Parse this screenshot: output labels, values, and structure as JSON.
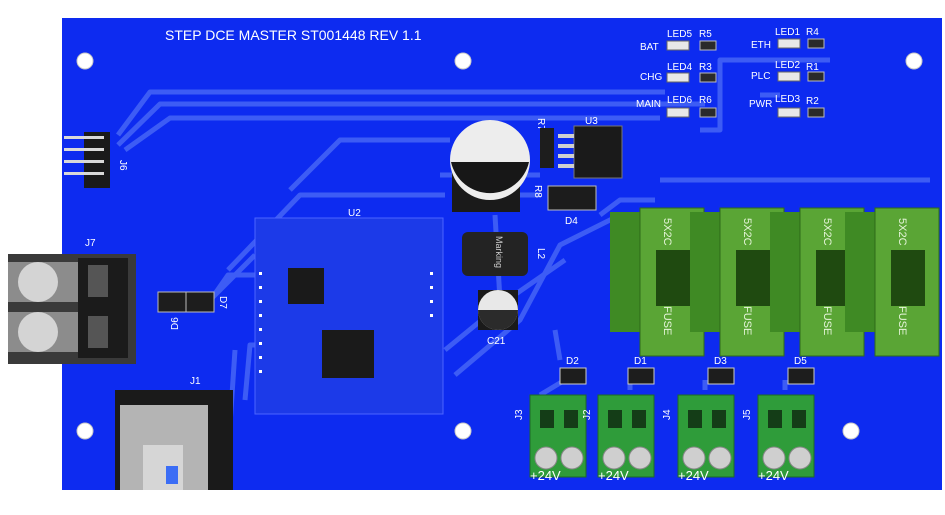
{
  "board": {
    "title": "STEP DCE MASTER ST001448 REV 1.1",
    "colors": {
      "pcb": "#0d2bf0",
      "trace": "#3d5cf5",
      "green_fuse": "#5aa535",
      "terminal_green": "#2f9c3a"
    }
  },
  "leds": [
    {
      "led": "LED5",
      "res": "R5",
      "label": "BAT"
    },
    {
      "led": "LED4",
      "res": "R3",
      "label": "CHG"
    },
    {
      "led": "LED6",
      "res": "R6",
      "label": "MAIN"
    },
    {
      "led": "LED1",
      "res": "R4",
      "label": "ETH"
    },
    {
      "led": "LED2",
      "res": "R1",
      "label": "PLC"
    },
    {
      "led": "LED3",
      "res": "R2",
      "label": "PWR"
    }
  ],
  "components": {
    "u2": "U2",
    "u3": "U3",
    "r7": "R7",
    "r8": "R8",
    "d4": "D4",
    "l2": "L2",
    "l2_marking": "Marking",
    "c21": "C21",
    "j6": "J6",
    "j7": "J7",
    "j1": "J1",
    "d6": "D6",
    "d7": "D7"
  },
  "fuses": [
    {
      "top": "5X2C",
      "side": "FUSE"
    },
    {
      "top": "5X2C",
      "side": "FUSE"
    },
    {
      "top": "5X2C",
      "side": "FUSE"
    },
    {
      "top": "5X2C",
      "side": "FUSE"
    }
  ],
  "outputs": [
    {
      "diode": "D2",
      "conn": "J3",
      "label": "+24V"
    },
    {
      "diode": "D1",
      "conn": "J2",
      "label": "+24V"
    },
    {
      "diode": "D3",
      "conn": "J4",
      "label": "+24V"
    },
    {
      "diode": "D5",
      "conn": "J5",
      "label": "+24V"
    }
  ]
}
